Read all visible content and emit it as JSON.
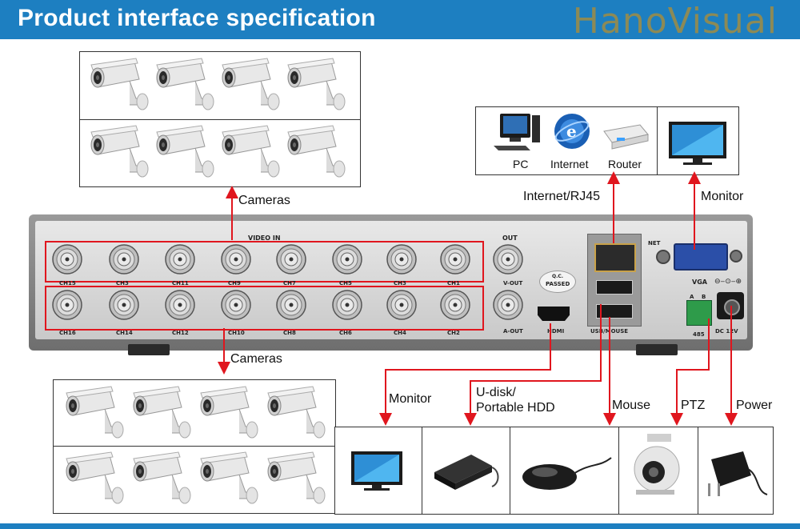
{
  "header": {
    "title": "Product interface specification",
    "brand": "HanoVisual",
    "color": "#1d7fc1"
  },
  "labels": {
    "cameras_top": "Cameras",
    "cameras_bottom": "Cameras",
    "internet_rj45": "Internet/RJ45",
    "monitor_vga": "Monitor",
    "monitor_hdmi": "Monitor",
    "udisk_line1": "U-disk/",
    "udisk_line2": "Portable HDD",
    "mouse": "Mouse",
    "ptz": "PTZ",
    "power": "Power"
  },
  "network_devices": [
    {
      "label": "PC"
    },
    {
      "label": "Internet"
    },
    {
      "label": "Router"
    }
  ],
  "dvr_panel": {
    "video_in": "VIDEO IN",
    "out": "OUT",
    "top_channels": [
      "CH15",
      "CH3",
      "CH11",
      "CH9",
      "CH7",
      "CH5",
      "CH3",
      "CH1"
    ],
    "bottom_channels": [
      "CH16",
      "CH14",
      "CH12",
      "CH10",
      "CH8",
      "CH6",
      "CH4",
      "CH2"
    ],
    "v_out": "V-OUT",
    "a_out": "A-OUT",
    "qc_line1": "Q.C.",
    "qc_line2": "PASSED",
    "hdmi": "HDMI",
    "usb_mouse": "USB/MOUSE",
    "net": "NET",
    "vga": "VGA",
    "rs485_a": "A",
    "rs485_b": "B",
    "rs485": "485",
    "dc": "DC 12V"
  },
  "icons": [
    "camera-icon",
    "pc-icon",
    "internet-icon",
    "router-icon",
    "monitor-icon",
    "hdd-icon",
    "mouse-icon",
    "ptz-camera-icon",
    "power-adapter-icon"
  ],
  "accent_red": "#e0161e"
}
